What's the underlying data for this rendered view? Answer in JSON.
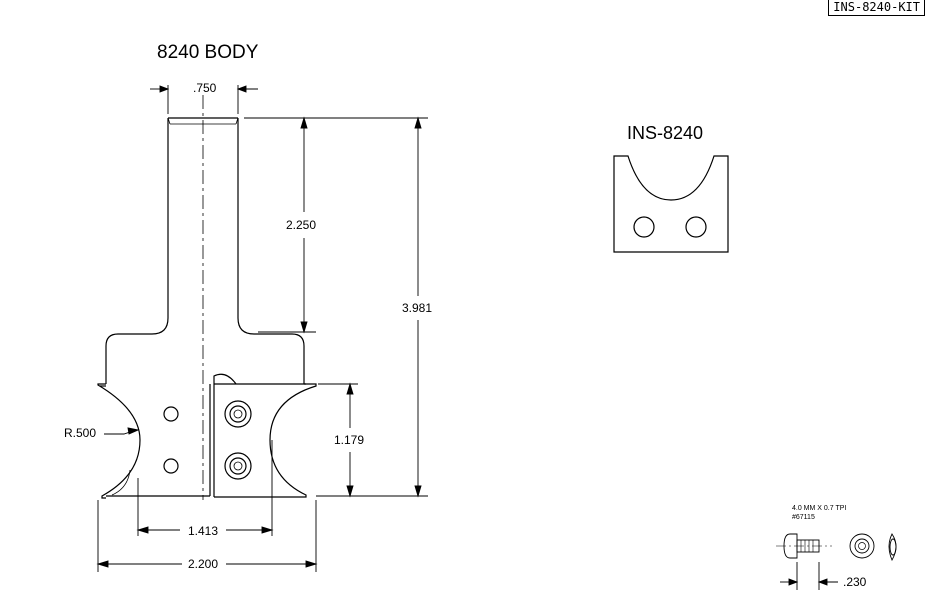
{
  "part_number": "INS-8240-KIT",
  "body": {
    "title": "8240 BODY",
    "dims": {
      "shank_width": ".750",
      "shank_length": "2.250",
      "overall_length": "3.981",
      "cut_height": "1.179",
      "radius": "R.500",
      "inner_width": "1.413",
      "overall_width": "2.200"
    }
  },
  "insert": {
    "title": "INS-8240"
  },
  "screw": {
    "spec": "4.0 MM X 0.7 TPI",
    "part_no": "#67115",
    "length": ".230"
  }
}
